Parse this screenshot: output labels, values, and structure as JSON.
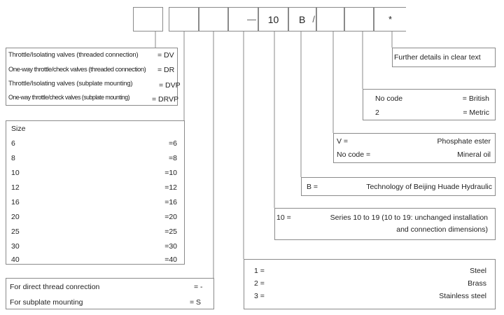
{
  "code_strip": {
    "cells": [
      "",
      "",
      "",
      "",
      "10",
      "B",
      "",
      "*"
    ],
    "dash": "—",
    "slash": "/"
  },
  "type_box": {
    "rows": [
      {
        "label": "Throttle/Isolating valves (threaded connection)",
        "code": "= DV"
      },
      {
        "label": "One-way throttle/check valves (threaded connection)",
        "code": "= DR"
      },
      {
        "label": "Throttle/Isolating valves (subplate mounting)",
        "code": "= DVP"
      },
      {
        "label": "One-way throttle/check valves (subplate mounting)",
        "code": "= DRVP"
      }
    ]
  },
  "size_box": {
    "title": "Size",
    "rows": [
      {
        "label": "6",
        "code": "=6"
      },
      {
        "label": "8",
        "code": "=8"
      },
      {
        "label": "10",
        "code": "=10"
      },
      {
        "label": "12",
        "code": "=12"
      },
      {
        "label": "16",
        "code": "=16"
      },
      {
        "label": "20",
        "code": "=20"
      },
      {
        "label": "25",
        "code": "=25"
      },
      {
        "label": "30",
        "code": "=30"
      },
      {
        "label": "40",
        "code": "=40"
      }
    ]
  },
  "connection_box": {
    "rows": [
      {
        "label": "For direct thread conrection",
        "code": "= -"
      },
      {
        "label": "For subplate mounting",
        "code": "= S"
      }
    ]
  },
  "further_box": {
    "text": "Further details in clear text"
  },
  "thread_box": {
    "rows": [
      {
        "label": "No code",
        "code": "= British"
      },
      {
        "label": "2",
        "code": "= Metric"
      }
    ]
  },
  "seal_box": {
    "rows": [
      {
        "label": "V =",
        "value": "Phosphate ester"
      },
      {
        "label": "No code =",
        "value": "Mineral oil"
      }
    ]
  },
  "tech_box": {
    "label": "B =",
    "value": "Technology of Beijing Huade Hydraulic"
  },
  "series_box": {
    "label": "10 =",
    "line1": "Series 10 to 19 (10 to 19: unchanged installation",
    "line2": "and connection dimensions)"
  },
  "material_box": {
    "rows": [
      {
        "label": "1 =",
        "value": "Steel"
      },
      {
        "label": "2 =",
        "value": "Brass"
      },
      {
        "label": "3 =",
        "value": "Stainless steel"
      }
    ]
  }
}
